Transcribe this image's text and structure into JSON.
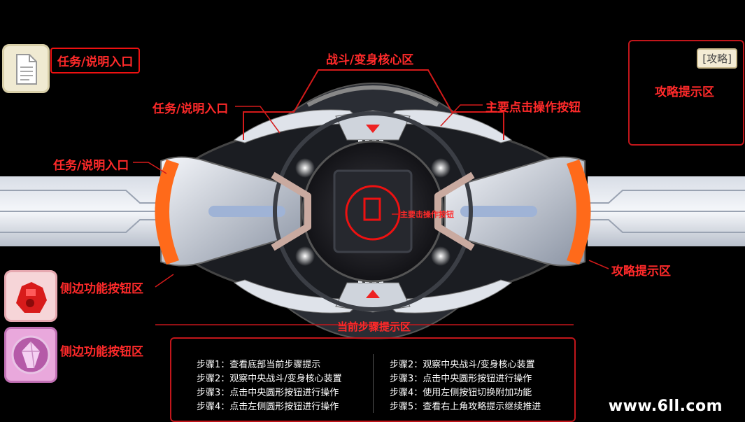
{
  "labels": {
    "core_zone": "战斗/变身核心区",
    "task_entry_top": "任务/说明入口",
    "task_entry_mid": "任务/说明入口",
    "task_entry_left": "任务/说明入口",
    "main_button_right": "主要点击操作按钮",
    "main_button_center": "主要击操作按钮",
    "tips_zone_right": "攻略提示区",
    "side_func_1": "侧边功能按钮区",
    "side_func_2": "侧边功能按钮区",
    "current_step_zone": "当前步骤提示区"
  },
  "tips_panel": {
    "badge": "[攻略]",
    "title": "攻略提示区"
  },
  "steps_left": [
    "步骤1：查看底部当前步骤提示",
    "步骤2：观察中央战斗/变身核心装置",
    "步骤3：点击中央圆形按钮进行操作",
    "步骤4：点击左侧圆形按钮进行操作"
  ],
  "steps_right": [
    "步骤2：观察中央战斗/变身核心装置",
    "步骤3：点击中央圆形按钮进行操作",
    "步骤4：使用左侧按钮切换附加功能",
    "步骤5：查看右上角攻略提示继续推进"
  ],
  "watermark": "www.6ll.com",
  "colors": {
    "accent_red": "#ff2a2a",
    "frame_red": "#c2161b",
    "orange": "#ff6a1a"
  },
  "icons": [
    "document-icon",
    "red-robot-icon",
    "pink-crystal-icon"
  ]
}
